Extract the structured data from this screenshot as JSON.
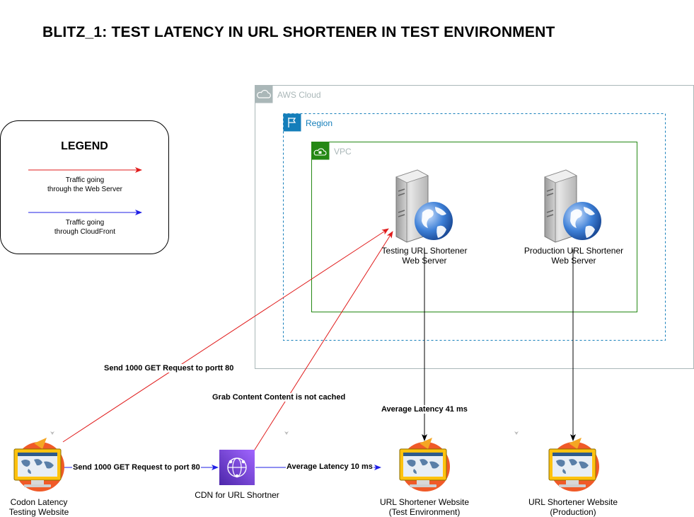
{
  "title": "BLITZ_1:  TEST LATENCY IN URL SHORTENER IN TEST ENVIRONMENT",
  "legend": {
    "heading": "LEGEND",
    "web_server": "Traffic going\nthrough the Web Server",
    "cloudfront": "Traffic going\nthrough CloudFront",
    "web_color": "#e01b1b",
    "cloudfront_color": "#1f1fe6"
  },
  "containers": {
    "aws_cloud": "AWS Cloud",
    "region": "Region",
    "vpc": "VPC"
  },
  "servers": {
    "testing": "Testing URL Shortener\nWeb Server",
    "production": "Production URL Shortener\nWeb Server"
  },
  "nodes": {
    "codon": "Codon Latency\nTesting Website",
    "cdn": "CDN for URL Shortner",
    "test_site": "URL Shortener Website\n(Test Environment)",
    "prod_site": "URL Shortener Website\n(Production)"
  },
  "edges": {
    "send_port_80_web": "Send 1000 GET Request to portt 80",
    "grab_content": "Grab Content Content is not cached",
    "avg_latency_41": "Average Latency 41 ms",
    "send_port_80_cdn": "Send 1000 GET Request to port 80",
    "avg_latency_10": "Average Latency 10 ms"
  },
  "colors": {
    "aws_border": "#aab7b8",
    "region_blue": "#147eba",
    "vpc_green": "#248814",
    "cdn_purple": "#8c4fff",
    "web_red": "#e01b1b",
    "cdn_blue": "#1f1fe6"
  },
  "icons": {
    "aws_cloud": "cloud-icon",
    "region": "flag-icon",
    "vpc": "vpc-lock-icon",
    "server": "web-server-globe-icon",
    "website": "monitor-map-icon",
    "cdn": "cloudfront-icon"
  }
}
